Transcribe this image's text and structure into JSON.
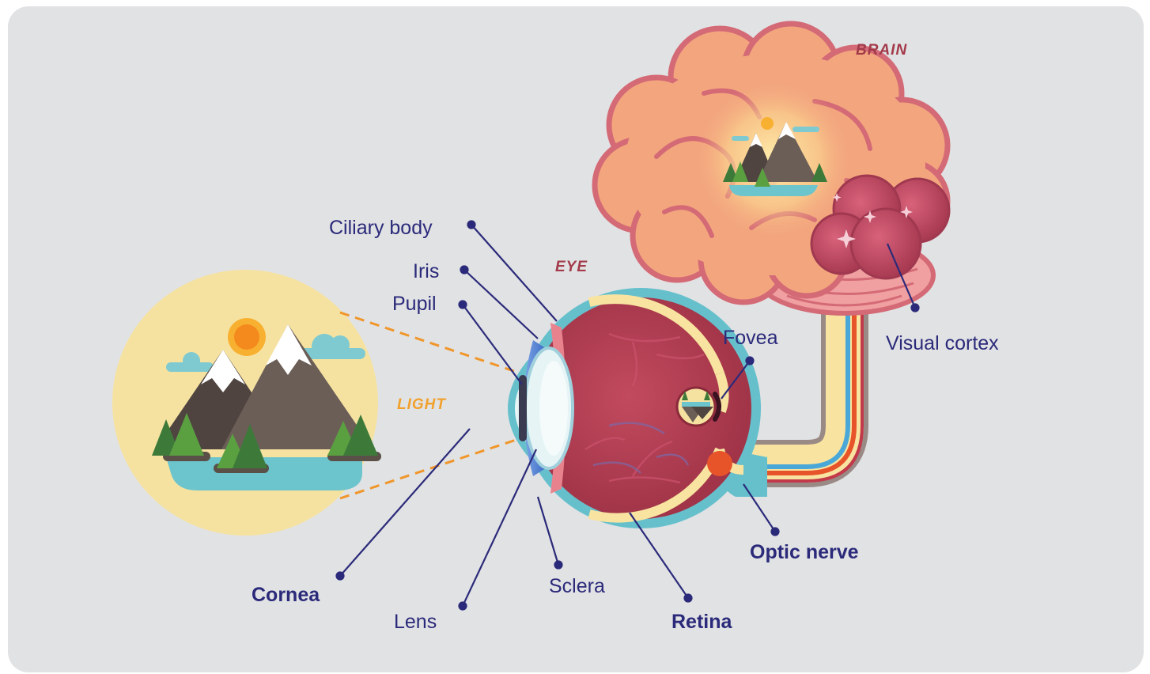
{
  "tags": {
    "light": "LIGHT",
    "eye": "EYE",
    "brain": "BRAIN"
  },
  "labels": {
    "ciliary_body": "Ciliary body",
    "iris": "Iris",
    "pupil": "Pupil",
    "fovea": "Fovea",
    "visual_cortex": "Visual cortex",
    "optic_nerve": "Optic nerve",
    "retina": "Retina",
    "sclera": "Sclera",
    "lens": "Lens",
    "cornea": "Cornea"
  },
  "colors": {
    "background": "#e1e2e4",
    "label_text": "#2b2a7a",
    "light_tag": "#f1a12c",
    "eye_brain_tag": "#a23a4a",
    "light_ray": "#f0962a",
    "scene_circle": "#f6e2a0",
    "eye_interior": "#a8384c",
    "sclera_ring": "#66c0cc",
    "retina": "#f8e4a0",
    "brain": "#f3a67e",
    "brain_outline": "#d46a76",
    "visual_cortex": "#b84a60"
  }
}
